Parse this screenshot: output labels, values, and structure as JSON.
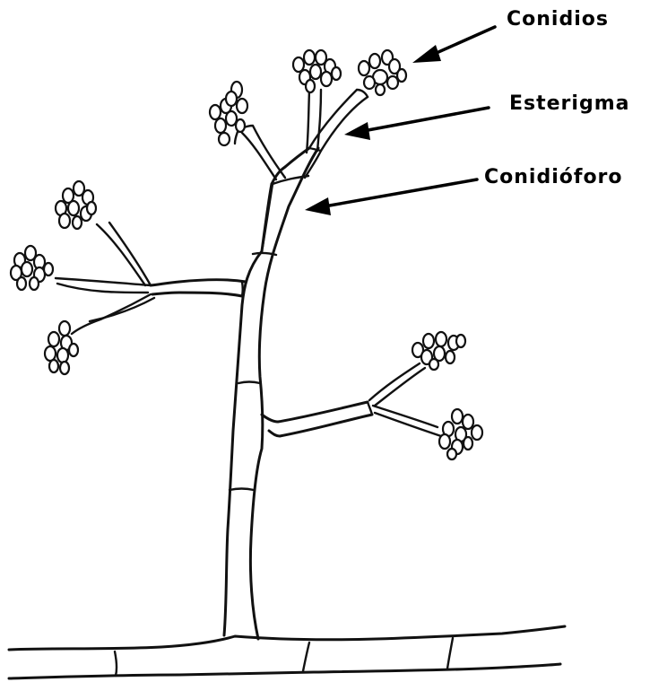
{
  "labels": {
    "conidios": "Conidios",
    "esterigma": "Esterigma",
    "conidioforo": "Conidióforo"
  },
  "colors": {
    "ink": "#111111",
    "background": "#ffffff"
  }
}
